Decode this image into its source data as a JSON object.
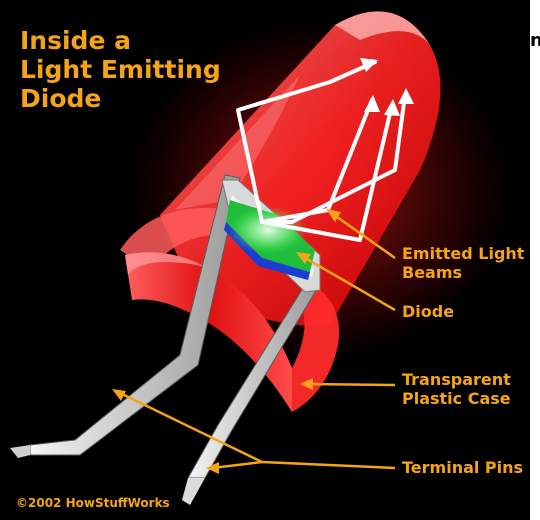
{
  "title_lines": [
    "Inside a",
    "Light Emitting",
    "Diode"
  ],
  "stray_char": "n",
  "labels": {
    "emitted_light": [
      "Emitted Light",
      "Beams"
    ],
    "diode": [
      "Diode"
    ],
    "plastic_case": [
      "Transparent",
      "Plastic Case"
    ],
    "terminal_pins": [
      "Terminal Pins"
    ]
  },
  "copyright": "©2002 HowStuffWorks",
  "colors": {
    "background": "#000000",
    "label_text": "#f5a418",
    "led_red": "#ff1a1a",
    "diode_chip": "#22c040",
    "light_beams": "#ffffff"
  }
}
